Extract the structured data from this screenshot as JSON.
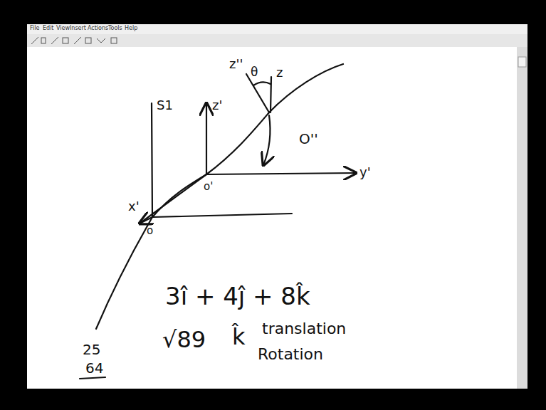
{
  "diagram": {
    "labels": [
      "File",
      "Edit",
      "View",
      "Insert",
      "Actions",
      "Tools",
      "Help",
      "S1",
      "z'",
      "y'",
      "x'",
      "o",
      "o'",
      "O''",
      "z''",
      "θ",
      "z",
      "3î + 4ĵ + 8k̂",
      "√89",
      "k̂",
      "translation",
      "Rotation",
      "25",
      "64"
    ]
  }
}
